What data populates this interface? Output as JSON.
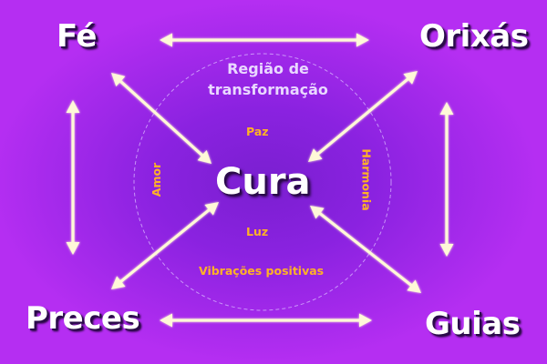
{
  "corners": {
    "top_left": "Fé",
    "top_right": "Orixás",
    "bottom_left": "Preces",
    "bottom_right": "Guias"
  },
  "center": "Cura",
  "region": {
    "line1": "Região de",
    "line2": "transformação"
  },
  "words": {
    "top": "Paz",
    "left": "Amor",
    "right": "Harmonia",
    "bottom": "Luz",
    "bottom2": "Vibrações positivas"
  },
  "colors": {
    "background": "#8a22e0",
    "arrow": "#fff8d8",
    "accent_text": "#ffb226",
    "region_text": "#e9d8ff"
  }
}
